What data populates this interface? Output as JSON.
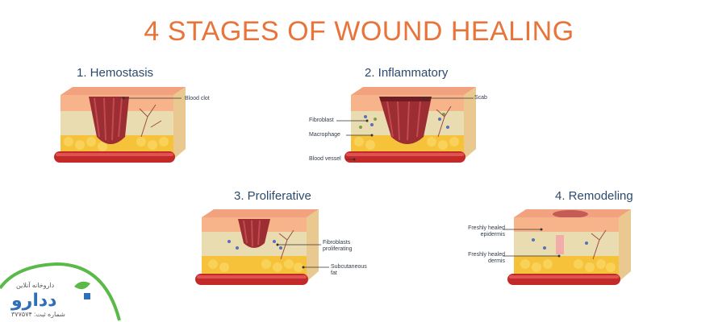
{
  "title": "4 STAGES OF WOUND HEALING",
  "stages": [
    {
      "title": "1. Hemostasis",
      "labels": [
        "Blood clot"
      ]
    },
    {
      "title": "2. Inflammatory",
      "labels": [
        "Scab",
        "Fibroblast",
        "Macrophage",
        "Blood vessel"
      ]
    },
    {
      "title": "3. Proliferative",
      "labels": [
        "Fibroblasts proliferating",
        "Subcutaneous fat"
      ]
    },
    {
      "title": "4. Remodeling",
      "labels": [
        "Freshly healed epidermis",
        "Freshly healed dermis"
      ]
    }
  ],
  "logo": {
    "tagline": "داروخانه آنلاین",
    "brand": "ددارو",
    "registration": "شماره ثبت: ۳۷۷۵۷۴"
  },
  "colors": {
    "title": "#e8743a",
    "stage_title": "#2c4a6e",
    "skin_top": "#f7b48a",
    "dermis": "#e8dcb0",
    "fat": "#f5c23a",
    "vessel": "#c22a2a",
    "wound": "#9b2d33",
    "logo_green": "#5bb94a",
    "logo_blue": "#2e6fb7"
  }
}
